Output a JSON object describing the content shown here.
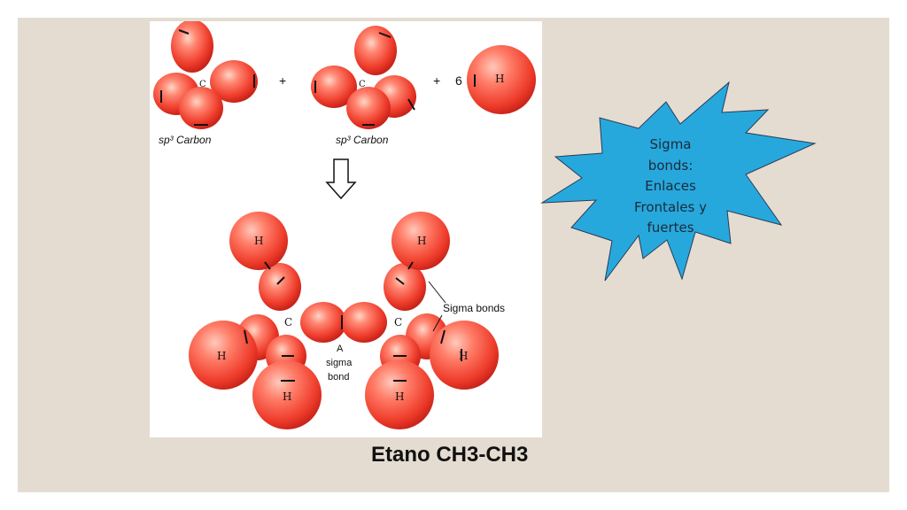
{
  "figure": {
    "reactant_labels": [
      "sp³ Carbon",
      "sp³ Carbon"
    ],
    "operators": [
      "+",
      "+",
      "6"
    ],
    "atom_h": "H",
    "atom_c": "C",
    "annotation_sigma_bonds": "Sigma bonds",
    "annotation_a_sigma_bond": [
      "A",
      "sigma",
      "bond"
    ]
  },
  "callout": {
    "lines": [
      "Sigma",
      "bonds:",
      "Enlaces",
      "Frontales y",
      "fuertes"
    ],
    "fill_color": "#27a8dc",
    "stroke_color": "#2a3b57"
  },
  "caption": "Etano CH3-CH3"
}
